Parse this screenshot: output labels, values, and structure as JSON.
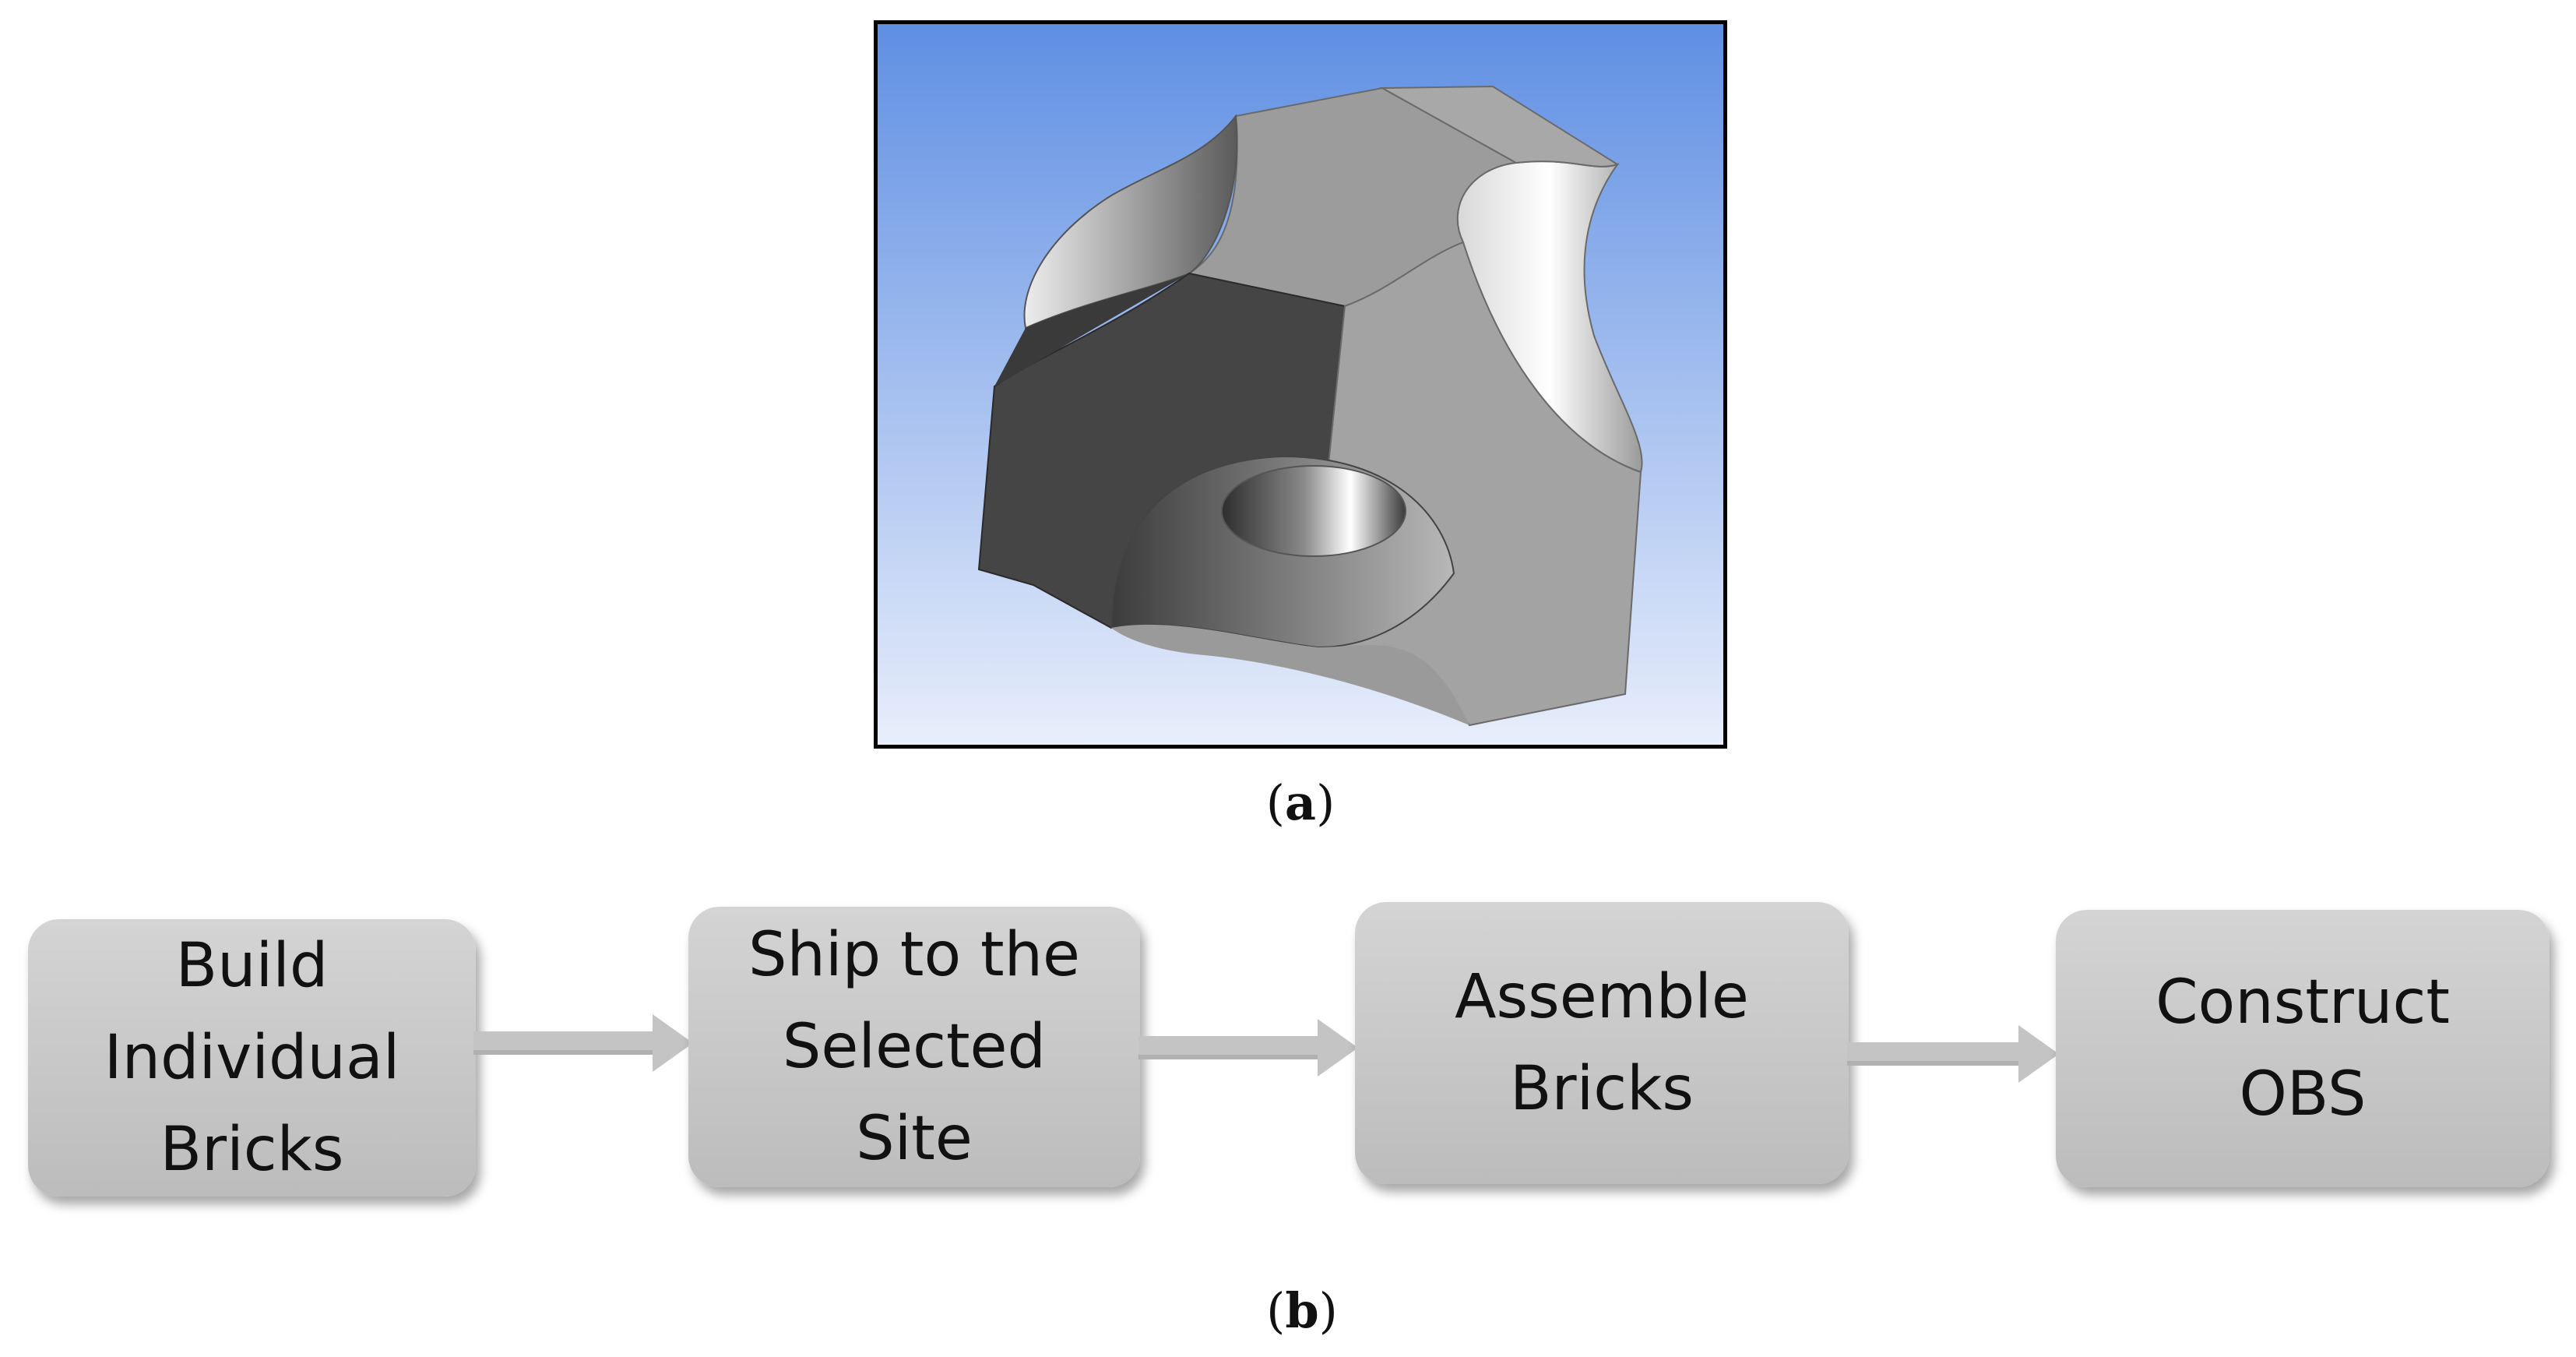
{
  "figure_a": {
    "caption_open": "(",
    "caption_letter": "a",
    "caption_close": ")",
    "background_top": "#5f8fe3",
    "background_bottom": "#e8eefb"
  },
  "figure_b": {
    "caption_open": "(",
    "caption_letter": "b",
    "caption_close": ")",
    "steps": [
      {
        "label": "Build\nIndividual\nBricks"
      },
      {
        "label": "Ship to the\nSelected\nSite"
      },
      {
        "label": "Assemble\nBricks"
      },
      {
        "label": "Construct\nOBS"
      }
    ],
    "box_color": "#c8c8c8",
    "arrow_color": "#c4c4c4"
  }
}
